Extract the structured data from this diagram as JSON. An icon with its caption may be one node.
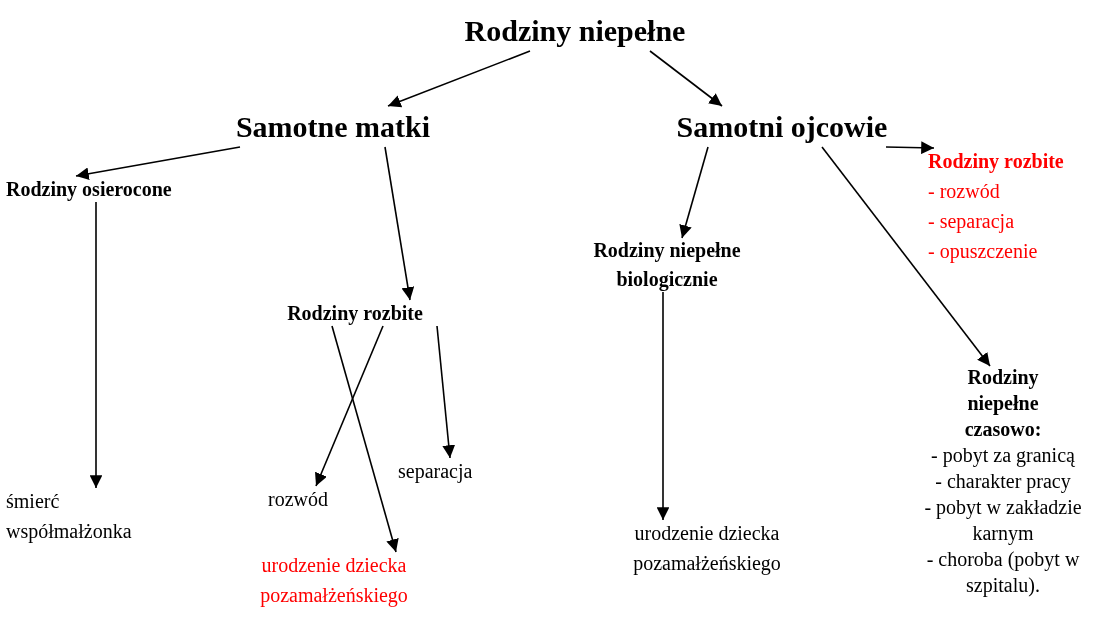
{
  "diagram": {
    "nodes": [
      {
        "text": [
          "Rodziny niepełne"
        ]
      },
      {
        "text": [
          "Samotne matki"
        ]
      },
      {
        "text": [
          "Samotni ojcowie"
        ]
      },
      {
        "text": [
          "Rodziny osierocone"
        ]
      },
      {
        "text": [
          "Rodziny rozbite"
        ]
      },
      {
        "text": [
          "Rodziny niepełne biologicznie"
        ]
      },
      {
        "text": [
          "Rodziny rozbite",
          "- rozwód",
          "- separacja",
          "- opuszczenie"
        ]
      },
      {
        "text": [
          "Rodziny niepełne czasowo:",
          "- pobyt za granicą",
          "- charakter pracy",
          "- pobyt w zakładzie karnym",
          "- choroba (pobyt w szpitalu)."
        ]
      },
      {
        "text": [
          "śmierć współmałżonka"
        ]
      },
      {
        "text": [
          "rozwód"
        ]
      },
      {
        "text": [
          "separacja"
        ]
      },
      {
        "text": [
          "urodzenie dziecka pozamałżeńskiego"
        ]
      },
      {
        "text": [
          "urodzenie dziecka pozamałżeńskiego"
        ]
      }
    ],
    "edges": [
      {
        "from": 0,
        "to": 1,
        "arrow": "to"
      },
      {
        "from": 0,
        "to": 2,
        "arrow": "to"
      },
      {
        "from": 1,
        "to": 3,
        "arrow": "to"
      },
      {
        "from": 1,
        "to": 4,
        "arrow": "to"
      },
      {
        "from": 2,
        "to": 5,
        "arrow": "to"
      },
      {
        "from": 2,
        "to": 6,
        "arrow": "to"
      },
      {
        "from": 2,
        "to": 7,
        "arrow": "to"
      },
      {
        "from": 3,
        "to": 8,
        "arrow": "to"
      },
      {
        "from": 4,
        "to": 9,
        "arrow": "to"
      },
      {
        "from": 4,
        "to": 10,
        "arrow": "to"
      },
      {
        "from": 4,
        "to": 11,
        "arrow": "to"
      },
      {
        "from": 5,
        "to": 12,
        "arrow": "to"
      }
    ]
  }
}
